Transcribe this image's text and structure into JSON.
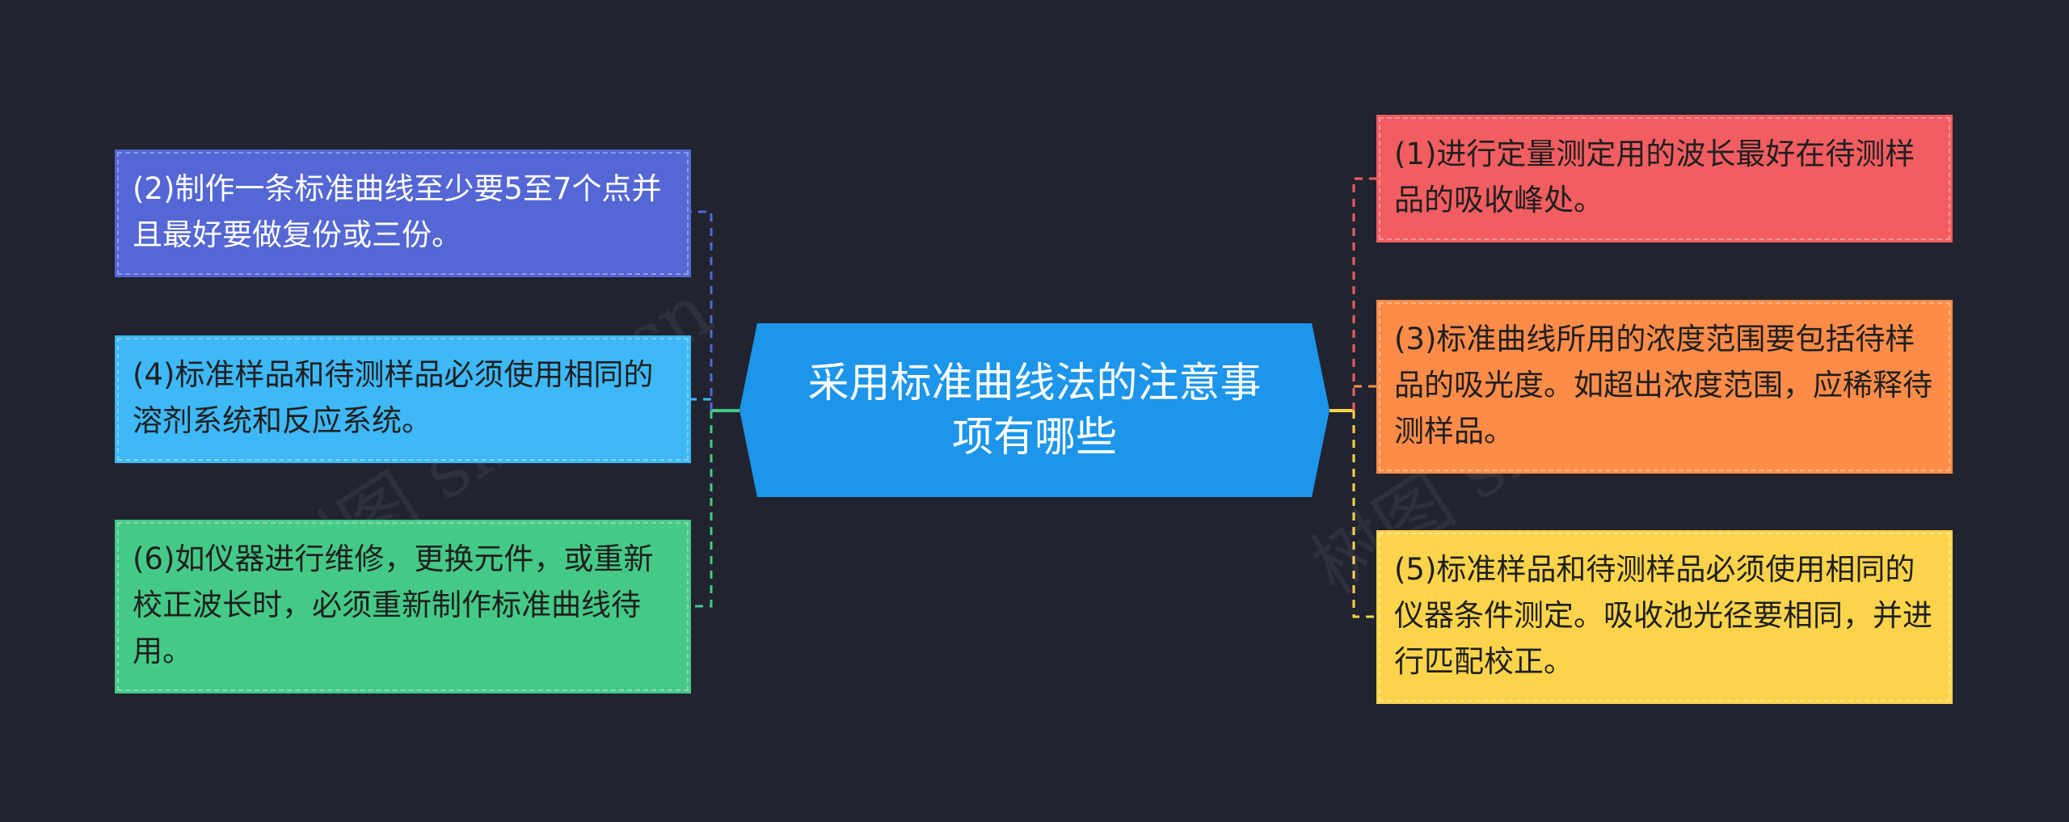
{
  "colors": {
    "background": "#21242f",
    "center": "#1c95ea",
    "node_1": "#f25d61",
    "node_2": "#5467d4",
    "node_3": "#fd8c49",
    "node_4": "#3eb8f7",
    "node_5": "#fbd44b",
    "node_6": "#45c987"
  },
  "center": {
    "title": "采用标准曲线法的注意事项有哪些"
  },
  "nodes": {
    "n1": {
      "text": "(1)进行定量测定用的波长最好在待测样品的吸收峰处。"
    },
    "n2": {
      "text": "(2)制作一条标准曲线至少要5至7个点并且最好要做复份或三份。"
    },
    "n3": {
      "text": "(3)标准曲线所用的浓度范围要包括待样品的吸光度。如超出浓度范围，应稀释待测样品。"
    },
    "n4": {
      "text": "(4)标准样品和待测样品必须使用相同的溶剂系统和反应系统。"
    },
    "n5": {
      "text": "(5)标准样品和待测样品必须使用相同的仪器条件测定。吸收池光径要相同，并进行匹配校正。"
    },
    "n6": {
      "text": "(6)如仪器进行维修，更换元件，或重新校正波长时，必须重新制作标准曲线待用。"
    }
  },
  "watermarks": {
    "w1": "树图 shutu.cn",
    "w2": "树图 shutu.cn"
  }
}
